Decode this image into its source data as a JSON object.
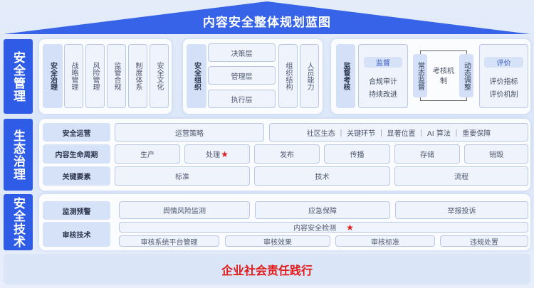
{
  "title": "内容安全整体规划蓝图",
  "colors": {
    "primary": "#2f5ce6",
    "accent": "#e01a1a"
  },
  "management": {
    "label": "安全管理",
    "governance": {
      "head": "安全治理",
      "items": [
        "战略管理",
        "风险管理",
        "监管合规",
        "制度体系",
        "安全文化"
      ]
    },
    "organization": {
      "head": "安全组织",
      "layers": [
        "决策层",
        "管理层",
        "执行层"
      ],
      "items": [
        "组织结构",
        "人员能力"
      ]
    },
    "supervision": {
      "head": "监督考核",
      "supervise": {
        "title": "监督",
        "items": [
          "合规审计",
          "持续改进"
        ]
      },
      "left": "常态监督",
      "center": "考核机制",
      "right": "动态调整",
      "evaluate": {
        "title": "评价",
        "items": [
          "评价指标",
          "评价机制"
        ]
      }
    }
  },
  "ecology": {
    "label": "生态治理",
    "rows": [
      {
        "label": "安全运营",
        "cells": [
          "运营策略",
          "社区生态 ｜ 关键环节 ｜ 显著位置 ｜ AI 算法 ｜ 重要保障"
        ]
      },
      {
        "label": "内容生命周期",
        "cells": [
          "生产",
          "处理",
          "发布",
          "传播",
          "存储",
          "销毁"
        ]
      },
      {
        "label": "关键要素",
        "cells": [
          "标准",
          "技术",
          "流程"
        ]
      }
    ]
  },
  "technology": {
    "label": "安全技术",
    "monitor": {
      "label": "监测预警",
      "cells": [
        "舆情风险监测",
        "应急保障",
        "举报投诉"
      ]
    },
    "audit": {
      "label": "审核技术",
      "main": "内容安全检测",
      "cells": [
        "审核系统平台管理",
        "审核效果",
        "审核标准",
        "违规处置"
      ]
    }
  },
  "footer": "企业社会责任践行"
}
